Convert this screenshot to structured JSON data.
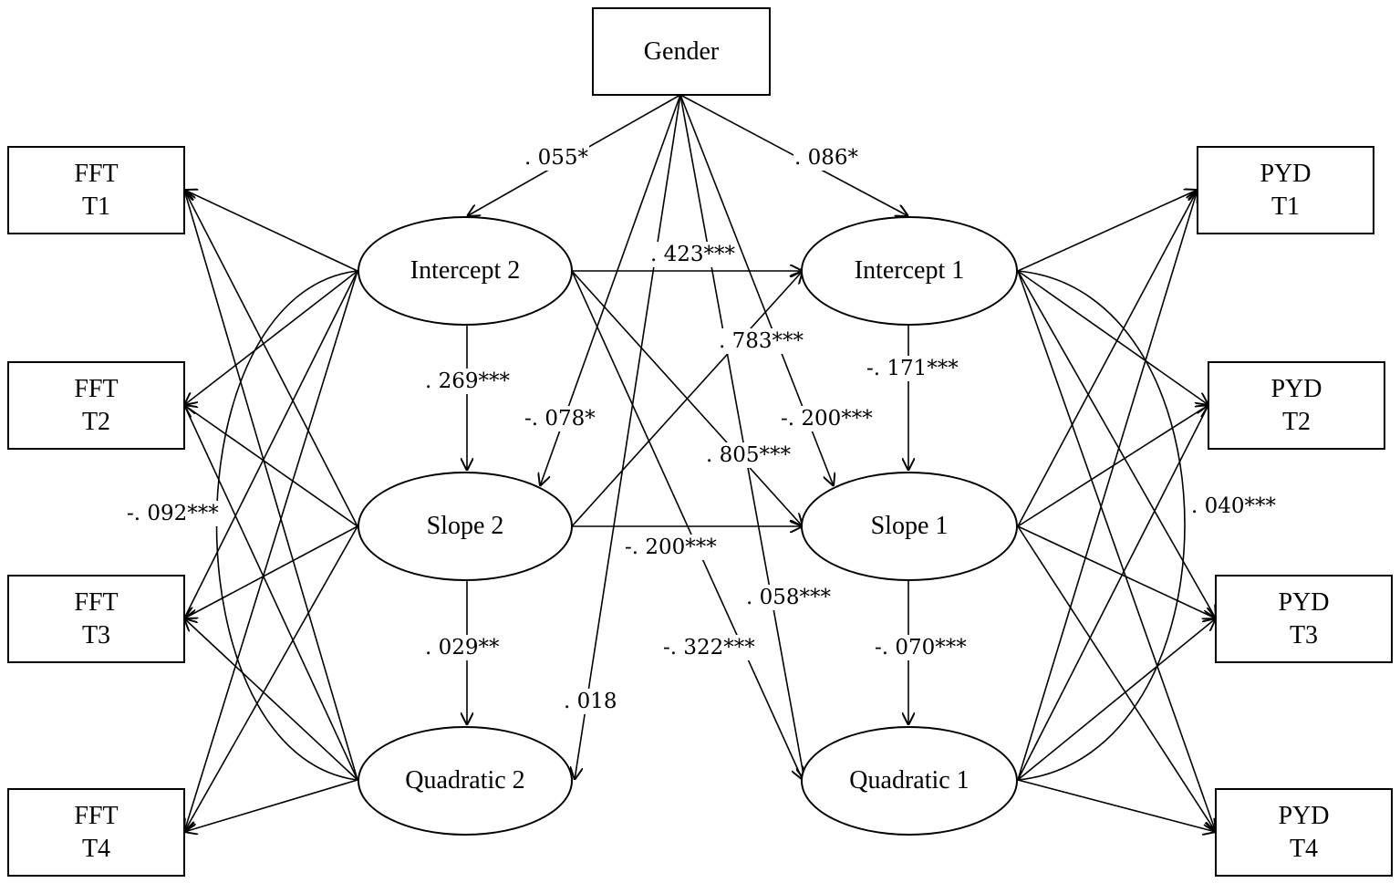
{
  "nodes": {
    "gender": "Gender",
    "fft": [
      {
        "line1": "FFT",
        "line2": "T1"
      },
      {
        "line1": "FFT",
        "line2": "T2"
      },
      {
        "line1": "FFT",
        "line2": "T3"
      },
      {
        "line1": "FFT",
        "line2": "T4"
      }
    ],
    "pyd": [
      {
        "line1": "PYD",
        "line2": "T1"
      },
      {
        "line1": "PYD",
        "line2": "T2"
      },
      {
        "line1": "PYD",
        "line2": "T3"
      },
      {
        "line1": "PYD",
        "line2": "T4"
      }
    ],
    "intercept2": "Intercept 2",
    "slope2": "Slope 2",
    "quadratic2": "Quadratic 2",
    "intercept1": "Intercept 1",
    "slope1": "Slope 1",
    "quadratic1": "Quadratic 1"
  },
  "coefficients": {
    "gender_to_intercept2": ". 055*",
    "gender_to_intercept1": ". 086*",
    "intercept2_to_intercept1": ". 423***",
    "slope2_to_intercept1": ". 783***",
    "intercept2_slope2": ". 269***",
    "intercept1_slope1": "-. 171***",
    "gender_to_slope2": "-. 078*",
    "gender_to_slope1": "-. 200***",
    "intercept2_to_slope1": ". 805***",
    "slope2_to_slope1": "-. 200***",
    "intercept2_quadratic2_cov": "-. 092***",
    "intercept1_quadratic1_cov": ". 040***",
    "slope2_quadratic2": ". 029**",
    "slope1_quadratic1": "-. 070***",
    "gender_to_quadratic1": ". 058***",
    "intercept2_to_quadratic1": "-. 322***",
    "gender_to_quadratic2": ". 018"
  }
}
